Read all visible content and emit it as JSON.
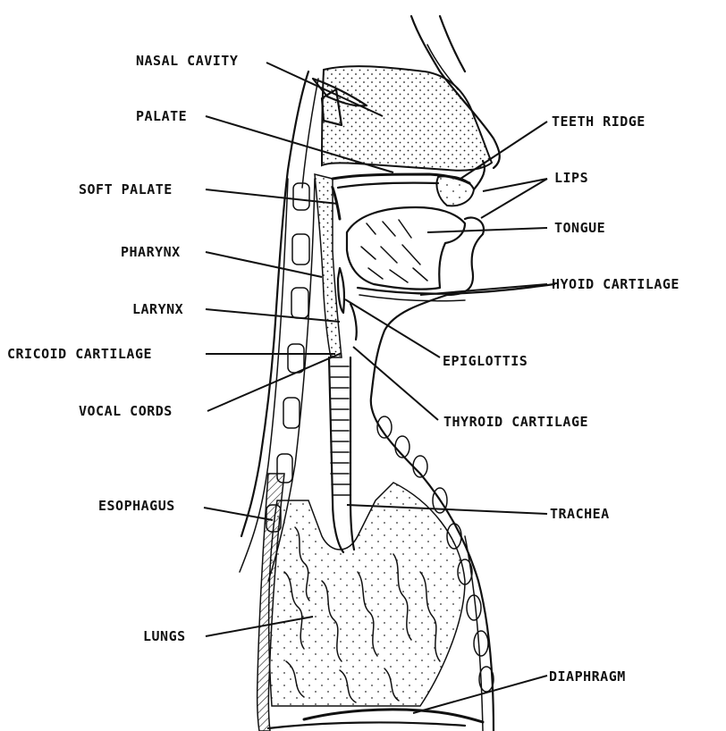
{
  "labels": {
    "nasal_cavity": "NASAL CAVITY",
    "palate": "PALATE",
    "soft_palate": "SOFT PALATE",
    "pharynx": "PHARYNX",
    "larynx": "LARYNX",
    "cricoid_cartilage": "CRICOID CARTILAGE",
    "vocal_cords": "VOCAL CORDS",
    "esophagus": "ESOPHAGUS",
    "lungs": "LUNGS",
    "teeth_ridge": "TEETH RIDGE",
    "lips": "LIPS",
    "tongue": "TONGUE",
    "hyoid_cartilage": "HYOID CARTILAGE",
    "epiglottis": "EPIGLOTTIS",
    "thyroid_cartilage": "THYROID CARTILAGE",
    "trachea": "TRACHEA",
    "diaphragm": "DIAPHRAGM"
  }
}
